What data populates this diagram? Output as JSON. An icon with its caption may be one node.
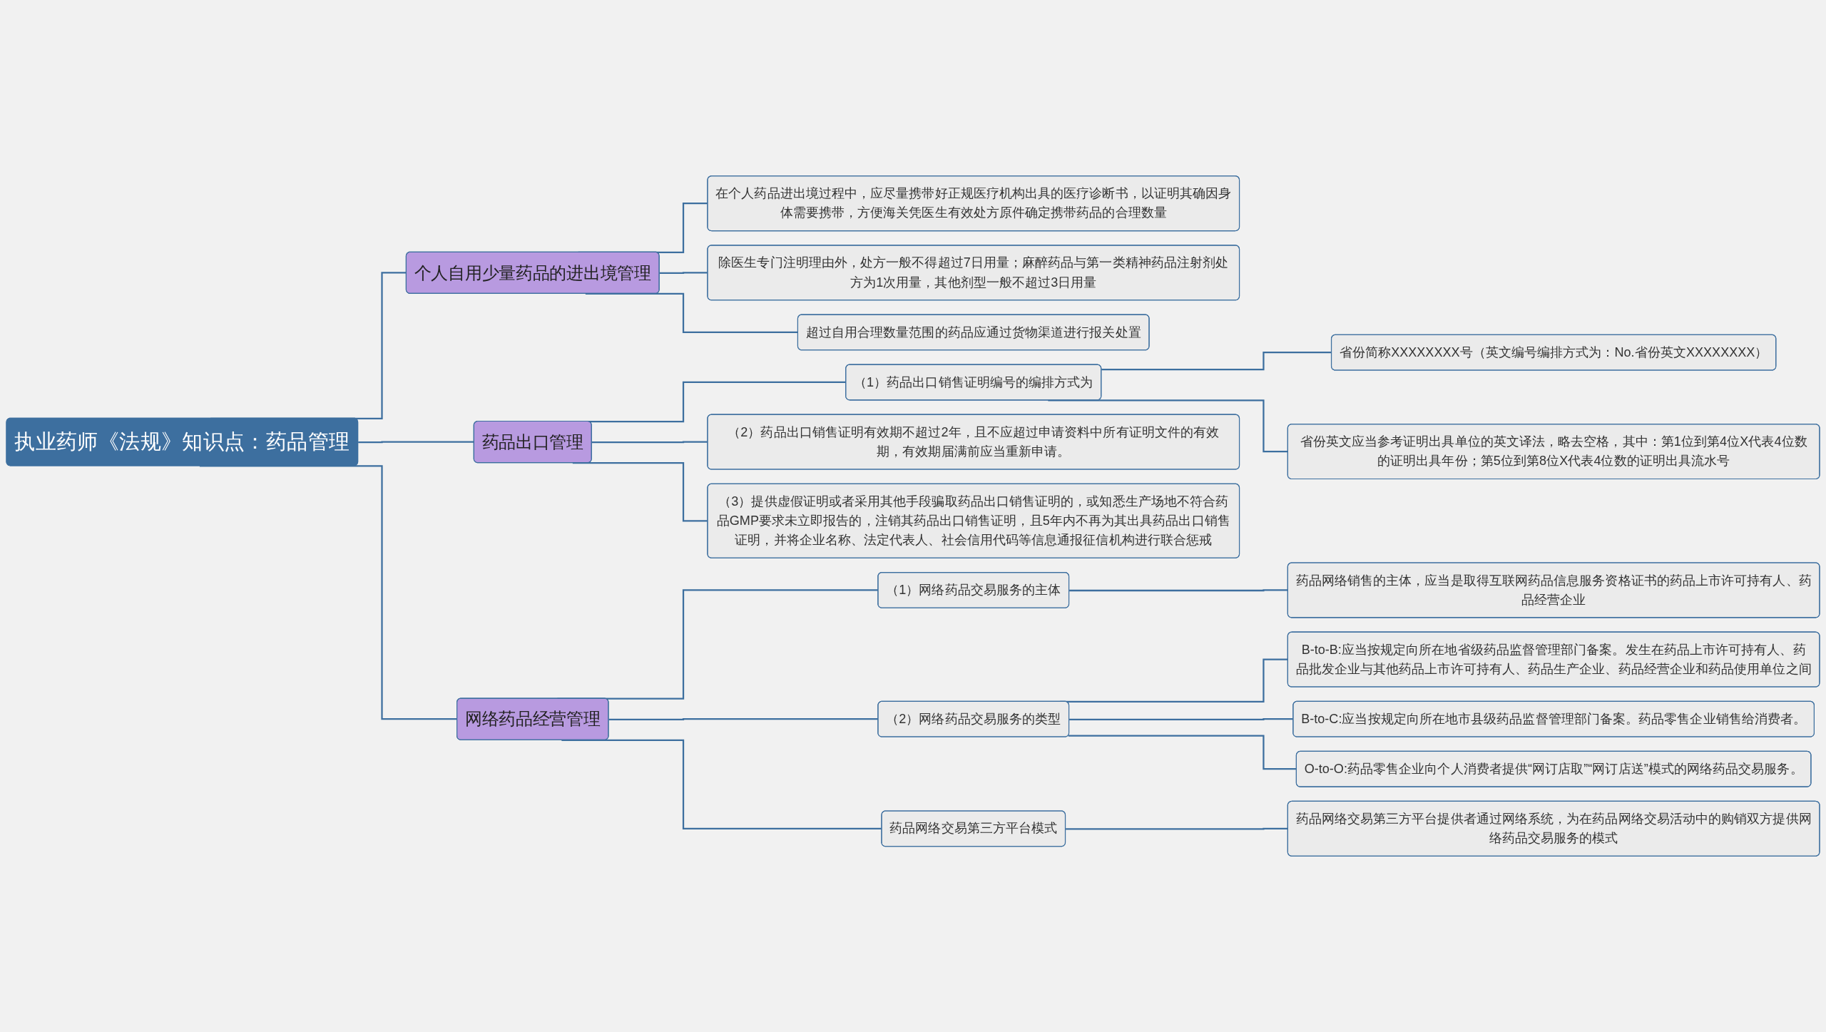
{
  "diagram": {
    "nodes": [
      {
        "text": [
          "执业药师《法规》知识点：药品管理"
        ]
      },
      {
        "text": [
          "个人自用少量药品的进出境管理"
        ]
      },
      {
        "text": [
          "在个人药品进出境过程中，应尽量携带好正规医疗机构出具的医疗诊断书，以证明其确因身体需要携带，方便海关凭医生有效处方原件确定携带药品的合理数量"
        ]
      },
      {
        "text": [
          "除医生专门注明理由外，处方一般不得超过7日用量；麻醉药品与第一类精神药品注射剂处方为1次用量，其他剂型一般不超过3日用量"
        ]
      },
      {
        "text": [
          "超过自用合理数量范围的药品应通过货物渠道进行报关处置"
        ]
      },
      {
        "text": [
          "药品出口管理"
        ]
      },
      {
        "text": [
          "（1）药品出口销售证明编号的编排方式为"
        ]
      },
      {
        "text": [
          "省份简称XXXXXXXX号（英文编号编排方式为：No.省份英文XXXXXXXX）"
        ]
      },
      {
        "text": [
          "省份英文应当参考证明出具单位的英文译法，略去空格，其中：第1位到第4位X代表4位数的证明出具年份；第5位到第8位X代表4位数的证明出具流水号"
        ]
      },
      {
        "text": [
          "（2）药品出口销售证明有效期不超过2年，且不应超过申请资料中所有证明文件的有效期，有效期届满前应当重新申请。"
        ]
      },
      {
        "text": [
          "（3）提供虚假证明或者采用其他手段骗取药品出口销售证明的，或知悉生产场地不符合药品GMP要求未立即报告的，注销其药品出口销售证明，且5年内不再为其出具药品出口销售证明，并将企业名称、法定代表人、社会信用代码等信息通报征信机构进行联合惩戒"
        ]
      },
      {
        "text": [
          "网络药品经营管理"
        ]
      },
      {
        "text": [
          "（1）网络药品交易服务的主体"
        ]
      },
      {
        "text": [
          "药品网络销售的主体，应当是取得互联网药品信息服务资格证书的药品上市许可持有人、药品经营企业"
        ]
      },
      {
        "text": [
          "（2）网络药品交易服务的类型"
        ]
      },
      {
        "text": [
          "B-to-B:应当按规定向所在地省级药品监督管理部门备案。发生在药品上市许可持有人、药品批发企业与其他药品上市许可持有人、药品生产企业、药品经营企业和药品使用单位之间"
        ]
      },
      {
        "text": [
          "B-to-C:应当按规定向所在地市县级药品监督管理部门备案。药品零售企业销售给消费者。"
        ]
      },
      {
        "text": [
          "O-to-O:药品零售企业向个人消费者提供“网订店取”“网订店送”模式的网络药品交易服务。"
        ]
      },
      {
        "text": [
          "药品网络交易第三方平台模式"
        ]
      },
      {
        "text": [
          "药品网络交易第三方平台提供者通过网络系统，为在药品网络交易活动中的购销双方提供网络药品交易服务的模式"
        ]
      }
    ],
    "edges": [
      {
        "from": 0,
        "to": 1,
        "arrow": "none"
      },
      {
        "from": 1,
        "to": 2,
        "arrow": "none"
      },
      {
        "from": 1,
        "to": 3,
        "arrow": "none"
      },
      {
        "from": 1,
        "to": 4,
        "arrow": "none"
      },
      {
        "from": 0,
        "to": 5,
        "arrow": "none"
      },
      {
        "from": 5,
        "to": 6,
        "arrow": "none"
      },
      {
        "from": 6,
        "to": 7,
        "arrow": "none"
      },
      {
        "from": 6,
        "to": 8,
        "arrow": "none"
      },
      {
        "from": 5,
        "to": 9,
        "arrow": "none"
      },
      {
        "from": 5,
        "to": 10,
        "arrow": "none"
      },
      {
        "from": 0,
        "to": 11,
        "arrow": "none"
      },
      {
        "from": 11,
        "to": 12,
        "arrow": "none"
      },
      {
        "from": 12,
        "to": 13,
        "arrow": "none"
      },
      {
        "from": 11,
        "to": 14,
        "arrow": "none"
      },
      {
        "from": 14,
        "to": 15,
        "arrow": "none"
      },
      {
        "from": 14,
        "to": 16,
        "arrow": "none"
      },
      {
        "from": 14,
        "to": 17,
        "arrow": "none"
      },
      {
        "from": 11,
        "to": 18,
        "arrow": "none"
      },
      {
        "from": 18,
        "to": 19,
        "arrow": "none"
      }
    ]
  }
}
